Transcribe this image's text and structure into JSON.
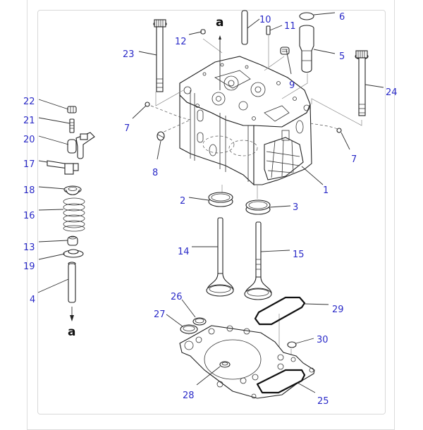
{
  "diagram": {
    "title": "Cylinder head exploded parts diagram",
    "callout_color": "#2b2bc8",
    "reference_marker": "a",
    "callouts": [
      {
        "id": "1",
        "label": "1",
        "part": "cylinder-head"
      },
      {
        "id": "2",
        "label": "2",
        "part": "valve-seat-insert-intake"
      },
      {
        "id": "3",
        "label": "3",
        "part": "valve-seat-insert-exhaust"
      },
      {
        "id": "4",
        "label": "4",
        "part": "valve-guide"
      },
      {
        "id": "5",
        "label": "5",
        "part": "sleeve"
      },
      {
        "id": "6",
        "label": "6",
        "part": "o-ring"
      },
      {
        "id": "7a",
        "label": "7",
        "part": "plug-left"
      },
      {
        "id": "7b",
        "label": "7",
        "part": "plug-right"
      },
      {
        "id": "8",
        "label": "8",
        "part": "plug"
      },
      {
        "id": "9",
        "label": "9",
        "part": "plug-top"
      },
      {
        "id": "10",
        "label": "10",
        "part": "pin-long"
      },
      {
        "id": "11",
        "label": "11",
        "part": "pin-short"
      },
      {
        "id": "12",
        "label": "12",
        "part": "plug-small"
      },
      {
        "id": "13",
        "label": "13",
        "part": "valve-stem-seal"
      },
      {
        "id": "14",
        "label": "14",
        "part": "intake-valve"
      },
      {
        "id": "15",
        "label": "15",
        "part": "exhaust-valve"
      },
      {
        "id": "16",
        "label": "16",
        "part": "valve-spring"
      },
      {
        "id": "17",
        "label": "17",
        "part": "valve-bridge"
      },
      {
        "id": "18",
        "label": "18",
        "part": "spring-retainer"
      },
      {
        "id": "19",
        "label": "19",
        "part": "spring-seat"
      },
      {
        "id": "20",
        "label": "20",
        "part": "crosshead-guide"
      },
      {
        "id": "21",
        "label": "21",
        "part": "adjust-screw"
      },
      {
        "id": "22",
        "label": "22",
        "part": "nut"
      },
      {
        "id": "23",
        "label": "23",
        "part": "head-bolt-left"
      },
      {
        "id": "24",
        "label": "24",
        "part": "head-bolt-right"
      },
      {
        "id": "25",
        "label": "25",
        "part": "head-gasket"
      },
      {
        "id": "26",
        "label": "26",
        "part": "seal-ring-small"
      },
      {
        "id": "27",
        "label": "27",
        "part": "seal-ring-large"
      },
      {
        "id": "28",
        "label": "28",
        "part": "grommet"
      },
      {
        "id": "29",
        "label": "29",
        "part": "cover-gasket"
      },
      {
        "id": "30",
        "label": "30",
        "part": "o-ring-small"
      }
    ]
  }
}
